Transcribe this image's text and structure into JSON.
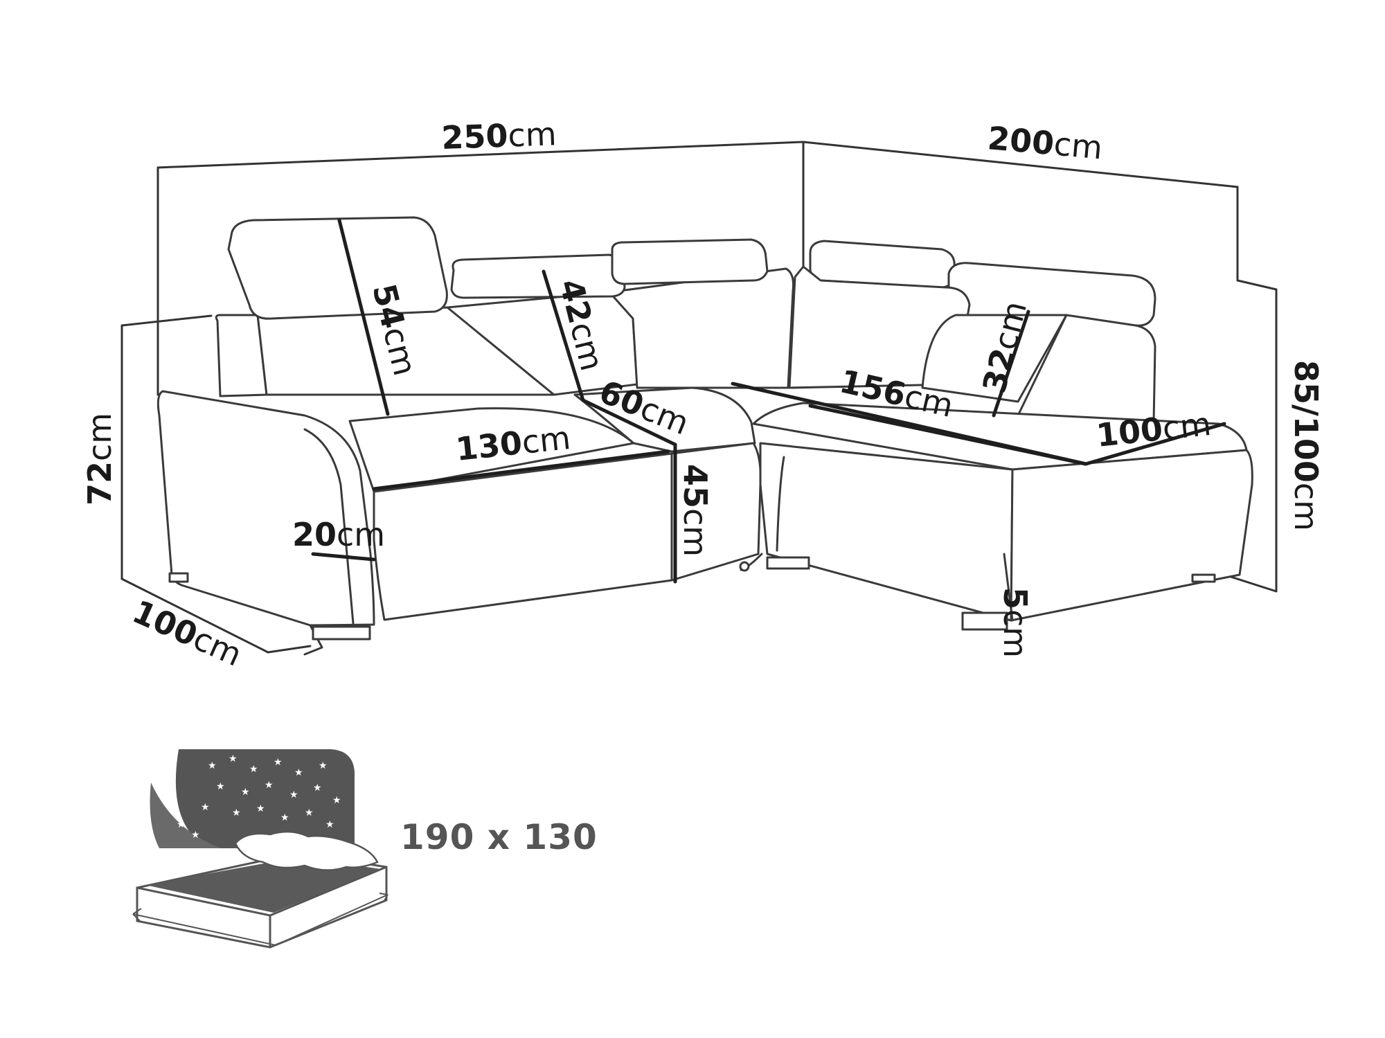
{
  "dimensions": {
    "total_width": {
      "value": "250",
      "unit": "cm"
    },
    "side_width": {
      "value": "200",
      "unit": "cm"
    },
    "height": {
      "value": "72",
      "unit": "cm"
    },
    "depth": {
      "value": "100",
      "unit": "cm"
    },
    "corner_height": {
      "value": "85/100",
      "unit": "cm"
    },
    "headrest_left": {
      "value": "54",
      "unit": "cm"
    },
    "headrest_middle": {
      "value": "42",
      "unit": "cm"
    },
    "headrest_right": {
      "value": "32",
      "unit": "cm"
    },
    "seat_depth": {
      "value": "60",
      "unit": "cm"
    },
    "seat_width": {
      "value": "130",
      "unit": "cm"
    },
    "armrest_width": {
      "value": "20",
      "unit": "cm"
    },
    "seat_height": {
      "value": "45",
      "unit": "cm"
    },
    "chaise_length": {
      "value": "156",
      "unit": "cm"
    },
    "chaise_width": {
      "value": "100",
      "unit": "cm"
    },
    "leg_height": {
      "value": "5",
      "unit": "cm"
    }
  },
  "bed": {
    "size_label": "190 x 130"
  },
  "colors": {
    "line": "#3a3a3a",
    "text": "#1a1a1a",
    "bed_dark": "#555555",
    "bed_mattress": "#5a5a5a"
  },
  "icons": [
    "sofa-bed-icon",
    "star-icon",
    "pillow-icon"
  ]
}
